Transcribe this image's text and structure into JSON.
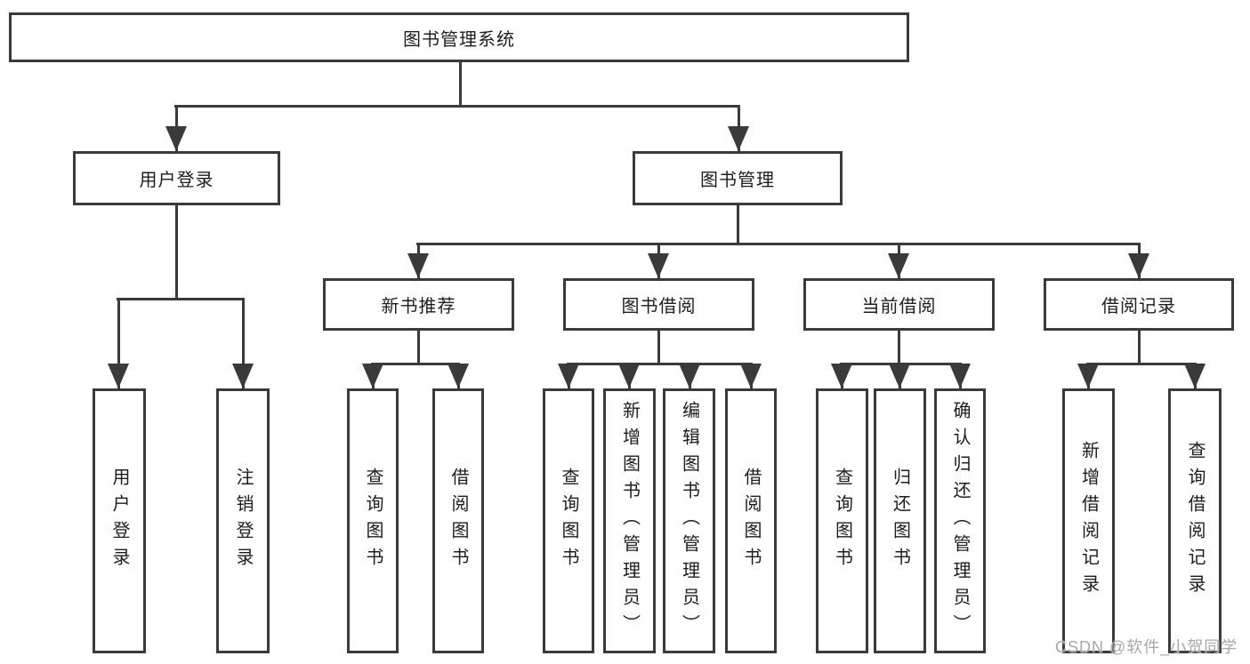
{
  "diagram": {
    "title": "图书管理系统",
    "root": {
      "label": "图书管理系统",
      "children": [
        {
          "label": "用户登录",
          "children": [
            {
              "label": "用户登录"
            },
            {
              "label": "注销登录"
            }
          ]
        },
        {
          "label": "图书管理",
          "children": [
            {
              "label": "新书推荐",
              "children": [
                {
                  "label": "查询图书"
                },
                {
                  "label": "借阅图书"
                }
              ]
            },
            {
              "label": "图书借阅",
              "children": [
                {
                  "label": "查询图书"
                },
                {
                  "label": "新增图书（管理员）"
                },
                {
                  "label": "编辑图书（管理员）"
                },
                {
                  "label": "借阅图书"
                }
              ]
            },
            {
              "label": "当前借阅",
              "children": [
                {
                  "label": "查询图书"
                },
                {
                  "label": "归还图书"
                },
                {
                  "label": "确认归还（管理员）"
                }
              ]
            },
            {
              "label": "借阅记录",
              "children": [
                {
                  "label": "新增借阅记录"
                },
                {
                  "label": "查询借阅记录"
                }
              ]
            }
          ]
        }
      ]
    }
  },
  "watermark": {
    "text": "CSDN @软件_小贺同学"
  },
  "colors": {
    "line": "#3a3a3a",
    "text": "#1d1d1d",
    "watermark": "#a8a8a8"
  }
}
